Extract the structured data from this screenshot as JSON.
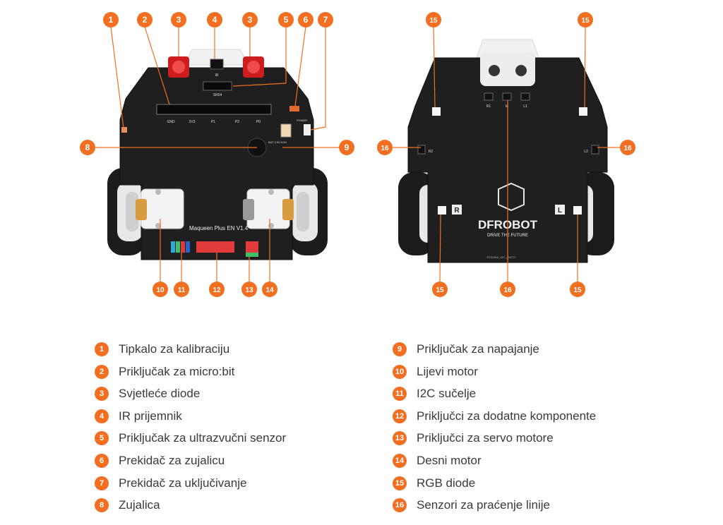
{
  "accent": "#f26f21",
  "board": {
    "model_label": "Maqueen Plus EN V1.4",
    "pin_labels": [
      "GND",
      "3V3",
      "P1",
      "P2",
      "P0"
    ],
    "battery_label": "BAT 3.5V-5.5V",
    "power_label": "POWER",
    "ir_label": "IR",
    "sonar_label": "SR04",
    "brand_logo": "DFROBOT",
    "brand_tagline": "DRIVE THE FUTURE",
    "serial": "ST3225A_V27_210727",
    "back_side_labels": [
      "R",
      "L"
    ],
    "sensor_labels": [
      "R2",
      "R1",
      "M",
      "L1",
      "L2"
    ]
  },
  "callouts": [
    {
      "num": "1"
    },
    {
      "num": "2"
    },
    {
      "num": "3"
    },
    {
      "num": "4"
    },
    {
      "num": "3"
    },
    {
      "num": "5"
    },
    {
      "num": "6"
    },
    {
      "num": "7"
    },
    {
      "num": "8"
    },
    {
      "num": "9"
    },
    {
      "num": "10"
    },
    {
      "num": "11"
    },
    {
      "num": "12"
    },
    {
      "num": "13"
    },
    {
      "num": "14"
    },
    {
      "num": "15"
    },
    {
      "num": "15"
    },
    {
      "num": "16"
    },
    {
      "num": "16"
    },
    {
      "num": "16"
    },
    {
      "num": "15"
    },
    {
      "num": "15"
    }
  ],
  "legend": [
    {
      "num": "1",
      "text": "Tipkalo za kalibraciju"
    },
    {
      "num": "2",
      "text": "Priključak za micro:bit"
    },
    {
      "num": "3",
      "text": "Svjetleće diode"
    },
    {
      "num": "4",
      "text": "IR prijemnik"
    },
    {
      "num": "5",
      "text": "Priključak za ultrazvučni senzor"
    },
    {
      "num": "6",
      "text": "Prekidač za zujalicu"
    },
    {
      "num": "7",
      "text": "Prekidač za uključivanje"
    },
    {
      "num": "8",
      "text": "Zujalica"
    },
    {
      "num": "9",
      "text": "Priključak za napajanje"
    },
    {
      "num": "10",
      "text": "Lijevi motor"
    },
    {
      "num": "11",
      "text": "I2C sučelje"
    },
    {
      "num": "12",
      "text": "Priključci za dodatne komponente"
    },
    {
      "num": "13",
      "text": "Priključci za servo motore"
    },
    {
      "num": "14",
      "text": "Desni motor"
    },
    {
      "num": "15",
      "text": "RGB diode"
    },
    {
      "num": "16",
      "text": "Senzori za praćenje linije"
    }
  ]
}
